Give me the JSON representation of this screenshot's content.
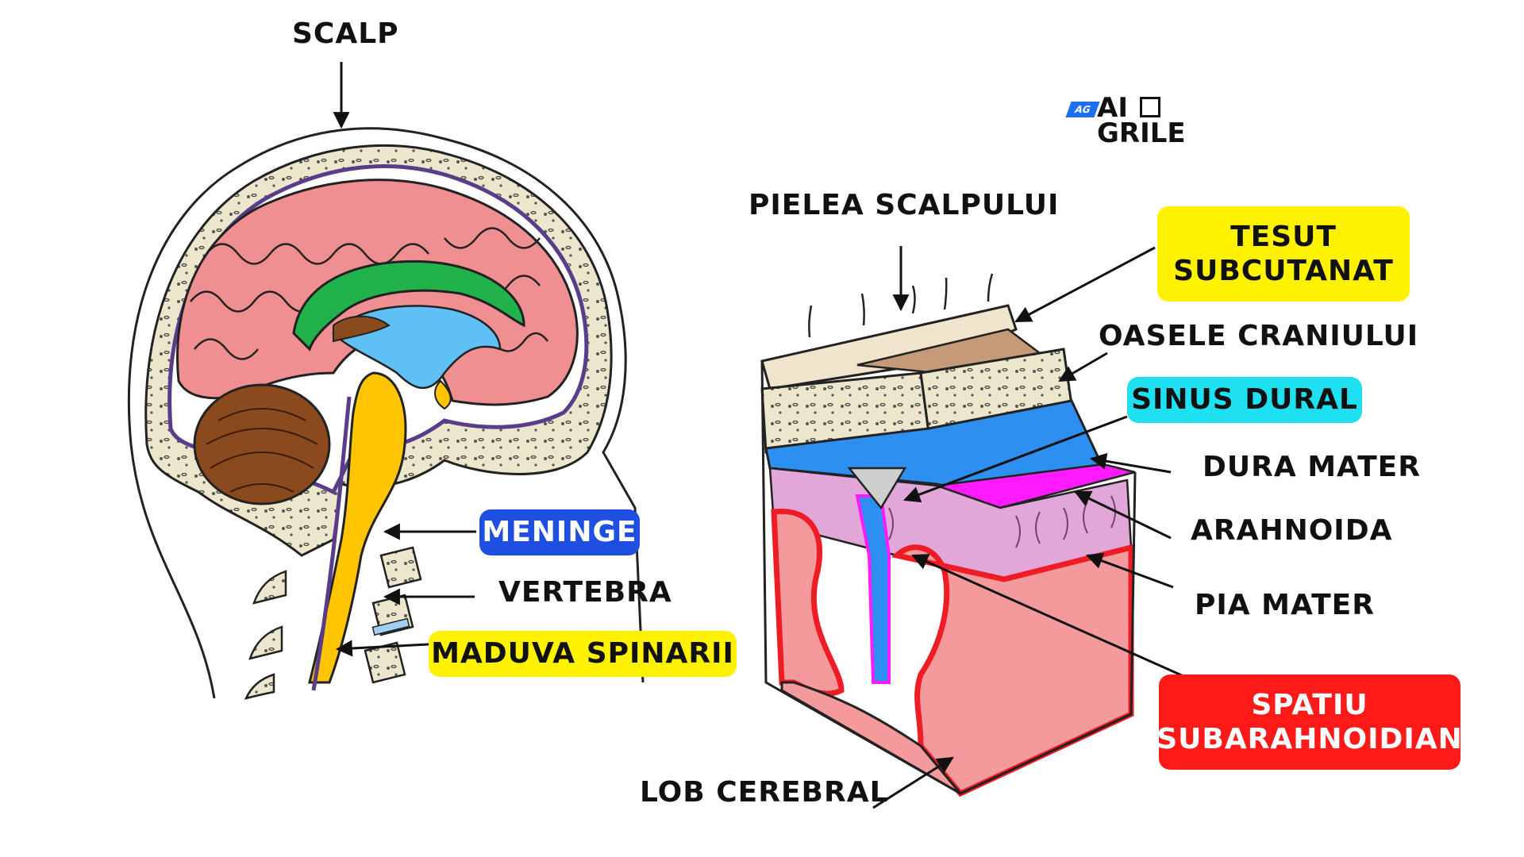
{
  "labels": {
    "scalp": "SCALP",
    "meninge": "MENINGE",
    "vertebra": "VERTEBRA",
    "maduva": "MADUVA SPINARII",
    "pielea": "PIELEA SCALPULUI",
    "tesut_line1": "TESUT",
    "tesut_line2": "SUBCUTANAT",
    "oasele": "OASELE CRANIULUI",
    "sinus": "SINUS DURAL",
    "dura": "DURA MATER",
    "arahnoida": "ARAHNOIDA",
    "pia": "PIA MATER",
    "spatiu_line1": "SPATIU",
    "spatiu_line2": "SUBARAHNOIDIAN",
    "lob": "LOB CEREBRAL"
  },
  "logo": {
    "badge": "AG",
    "line1": "AI",
    "line2": "GRILE"
  },
  "colors": {
    "meninge_bg": "#1f4fe0",
    "yellow_bg": "#fff200",
    "sinus_bg": "#1ee0f0",
    "spatiu_bg": "#ff1a1a",
    "brain": "#f08f92",
    "corpus": "#22b24c",
    "ventricle": "#5fc0f5",
    "spinal": "#ffc600",
    "cerebellum": "#8b4a1e",
    "bone": "#ebe6cc",
    "dura": "#2d8ff0",
    "arachnoid": "#e8a3d8",
    "pia": "#ee1c24",
    "magenta": "#ff1aff"
  }
}
